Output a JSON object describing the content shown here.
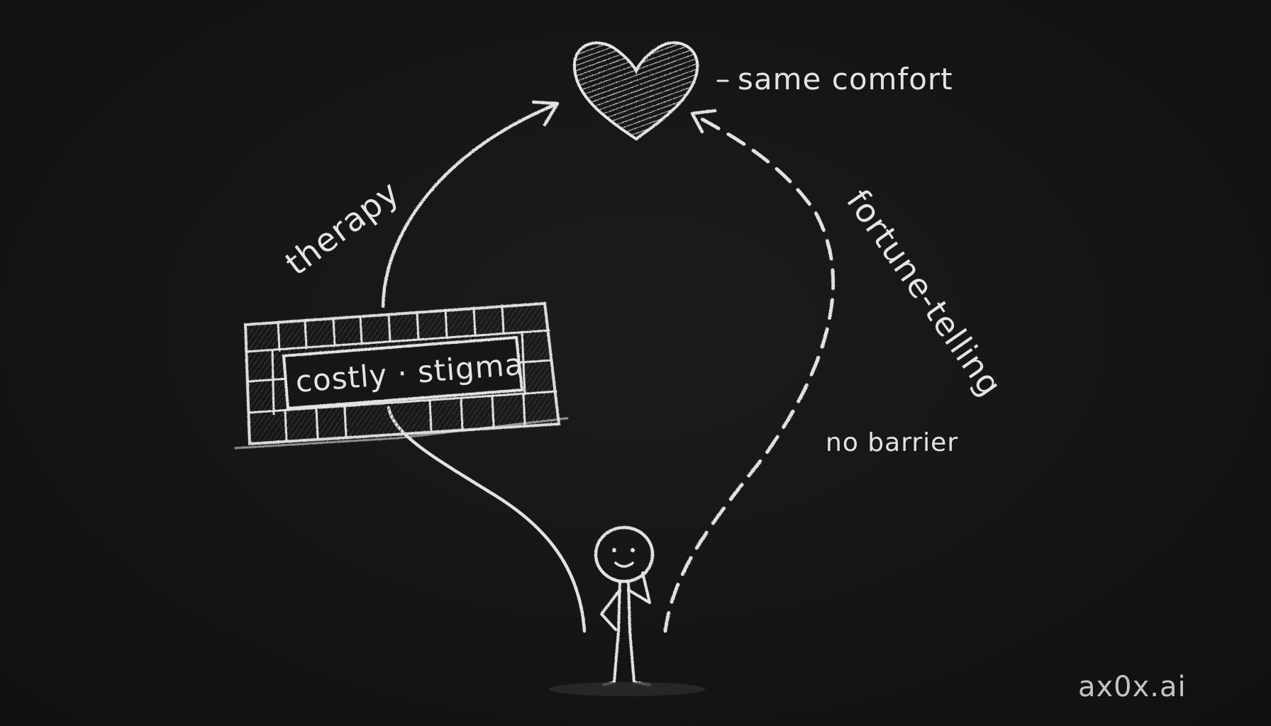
{
  "labels": {
    "goal": "same comfort",
    "left_path": "therapy",
    "barrier": "costly · stigma",
    "right_path": "fortune-telling",
    "right_note": "no barrier",
    "watermark": "ax0x.ai"
  },
  "icons": {
    "goal": "heart-icon",
    "person": "stick-figure-icon",
    "wall": "brick-wall-icon"
  },
  "colors": {
    "background": "#151515",
    "chalk": "#e2e2e2",
    "brick": "#2a2a2a"
  }
}
